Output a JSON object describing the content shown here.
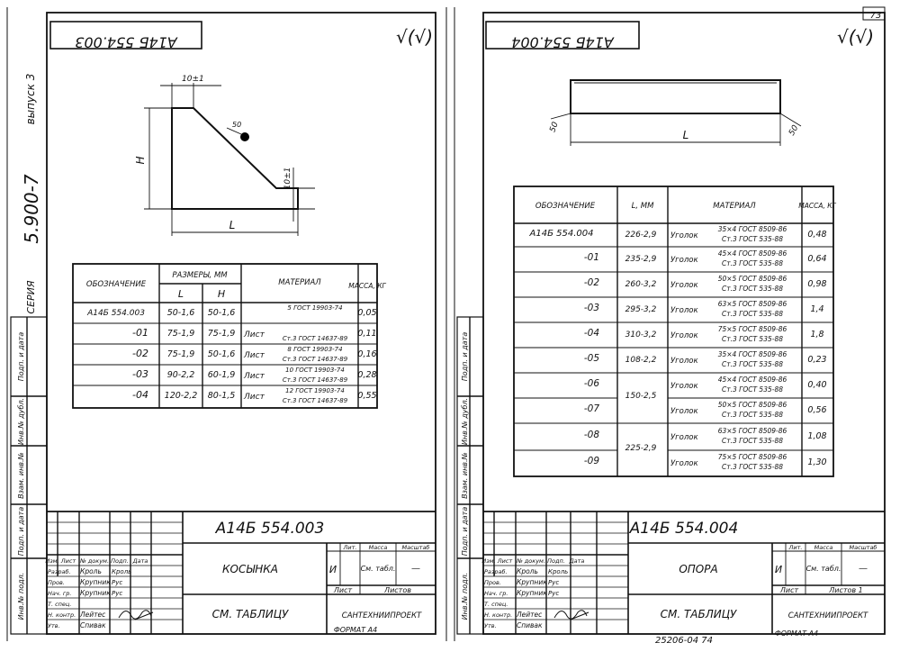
{
  "sheet_number": "73",
  "left_sheet": {
    "doc_code_flipped": "А14Б 554.003",
    "roughness_mark": "√(√)",
    "side_labels": {
      "issue": "выпуск 3",
      "series": "5.900-7",
      "series_word": "СЕРИЯ"
    },
    "stamp_side_labels": [
      "Подп. и дата",
      "Инв.№ дубл.",
      "Взам. инв.№",
      "Подп. и дата",
      "Инв.№ подл."
    ],
    "drawing": {
      "dim_top": "10±1",
      "dim_h": "H",
      "dim_l": "L",
      "dim_right": "10±1",
      "circle_label": "50"
    },
    "table": {
      "header": {
        "designation": "ОБОЗНАЧЕНИЕ",
        "dims": "РАЗМЕРЫ, ММ",
        "dim_l": "L",
        "dim_h": "H",
        "material": "МАТЕРИАЛ",
        "mass": "МАССА, КГ"
      },
      "rows": [
        {
          "designation": "А14Б 554.003",
          "l": "50-1,6",
          "h": "50-1,6",
          "mat_prefix": "",
          "mat_top": "5 ГОСТ 19903-74",
          "mat_bottom": "",
          "mass": "0,05"
        },
        {
          "designation": "-01",
          "l": "75-1,9",
          "h": "75-1,9",
          "mat_prefix": "Лист",
          "mat_top": "",
          "mat_bottom": "Ст.3 ГОСТ 14637-89",
          "mass": "0,11"
        },
        {
          "designation": "-02",
          "l": "75-1,9",
          "h": "50-1,6",
          "mat_prefix": "Лист",
          "mat_top": "8 ГОСТ 19903-74",
          "mat_bottom": "Ст.3 ГОСТ 14637-89",
          "mass": "0,16"
        },
        {
          "designation": "-03",
          "l": "90-2,2",
          "h": "60-1,9",
          "mat_prefix": "Лист",
          "mat_top": "10 ГОСТ 19903-74",
          "mat_bottom": "Ст.3 ГОСТ 14637-89",
          "mass": "0,28"
        },
        {
          "designation": "-04",
          "l": "120-2,2",
          "h": "80-1,5",
          "mat_prefix": "Лист",
          "mat_top": "12 ГОСТ 19903-74",
          "mat_bottom": "Ст.3 ГОСТ 14637-89",
          "mass": "0,55"
        }
      ]
    },
    "title_block": {
      "doc_code": "А14Б 554.003",
      "name": "КОСЫНКА",
      "see_tables": "СМ. ТАБЛИЦУ",
      "org": "САНТЕХНИИПРОЕКТ",
      "format": "ФОРМАТ А4",
      "lit_header": "Лит.",
      "mass_header": "Масса",
      "scale_header": "Масштаб",
      "lit_value": "И",
      "mass_value": "См. табл.",
      "scale_value": "—",
      "sheet": "Лист",
      "sheets": "Листов",
      "col_headers": [
        "Изм.",
        "Лист",
        "№ докум.",
        "Подп.",
        "Дата"
      ],
      "roles": [
        {
          "role": "Разраб.",
          "name": "Кроль",
          "sign": "Кроль"
        },
        {
          "role": "Пров.",
          "name": "Крупник",
          "sign": "Рус"
        },
        {
          "role": "Нач. гр.",
          "name": "Крупник",
          "sign": "Рус"
        },
        {
          "role": "Т. спец.",
          "name": "",
          "sign": ""
        },
        {
          "role": "Н. контр.",
          "name": "Лейтес",
          "sign": ""
        },
        {
          "role": "Утв.",
          "name": "Спивак",
          "sign": ""
        }
      ]
    }
  },
  "right_sheet": {
    "doc_code_flipped": "А14Б 554.004",
    "roughness_mark": "√(√)",
    "stamp_side_labels": [
      "Подп. и дата",
      "Инв.№ дубл.",
      "Взам. инв.№",
      "Подп. и дата",
      "Инв.№ подл."
    ],
    "drawing": {
      "dim_left": "50",
      "dim_l": "L",
      "dim_right": "50"
    },
    "table": {
      "header": {
        "designation": "ОБОЗНАЧЕНИЕ",
        "length": "L, ММ",
        "material": "МАТЕРИАЛ",
        "mass": "МАССА, КГ"
      },
      "rows": [
        {
          "designation": "А14Б 554.004",
          "l": "226-2,9",
          "mat_prefix": "Уголок",
          "mat_top": "35×4 ГОСТ 8509-86",
          "mat_bottom": "Ст.3 ГОСТ 535-88",
          "mass": "0,48"
        },
        {
          "designation": "-01",
          "l": "235-2,9",
          "mat_prefix": "Уголок",
          "mat_top": "45×4 ГОСТ 8509-86",
          "mat_bottom": "Ст.3 ГОСТ 535-88",
          "mass": "0,64"
        },
        {
          "designation": "-02",
          "l": "260-3,2",
          "mat_prefix": "Уголок",
          "mat_top": "50×5 ГОСТ 8509-86",
          "mat_bottom": "Ст.3 ГОСТ 535-88",
          "mass": "0,98"
        },
        {
          "designation": "-03",
          "l": "295-3,2",
          "mat_prefix": "Уголок",
          "mat_top": "63×5 ГОСТ 8509-86",
          "mat_bottom": "Ст.3 ГОСТ 535-88",
          "mass": "1,4"
        },
        {
          "designation": "-04",
          "l": "310-3,2",
          "mat_prefix": "Уголок",
          "mat_top": "75×5 ГОСТ 8509-86",
          "mat_bottom": "Ст.3 ГОСТ 535-88",
          "mass": "1,8"
        },
        {
          "designation": "-05",
          "l": "108-2,2",
          "mat_prefix": "Уголок",
          "mat_top": "35×4 ГОСТ 8509-86",
          "mat_bottom": "Ст.3 ГОСТ 535-88",
          "mass": "0,23"
        },
        {
          "designation": "-06",
          "l": "",
          "mat_prefix": "Уголок",
          "mat_top": "45×4 ГОСТ 8509-86",
          "mat_bottom": "Ст.3 ГОСТ 535-88",
          "mass": "0,40"
        },
        {
          "designation": "-07",
          "l": "",
          "mat_prefix": "Уголок",
          "mat_top": "50×5 ГОСТ 8509-86",
          "mat_bottom": "Ст.3 ГОСТ 535-88",
          "mass": "0,56"
        },
        {
          "designation": "-08",
          "l": "",
          "mat_prefix": "Уголок",
          "mat_top": "63×5 ГОСТ 8509-86",
          "mat_bottom": "Ст.3 ГОСТ 535-88",
          "mass": "1,08"
        },
        {
          "designation": "-09",
          "l": "",
          "mat_prefix": "Уголок",
          "mat_top": "75×5 ГОСТ 8509-86",
          "mat_bottom": "Ст.3 ГОСТ 535-88",
          "mass": "1,30"
        }
      ],
      "merged_l_1": "150-2,5",
      "merged_l_2": "225-2,9"
    },
    "title_block": {
      "doc_code": "А14Б 554.004",
      "name": "ОПОРА",
      "see_tables": "СМ. ТАБЛИЦУ",
      "org": "САНТЕХНИИПРОЕКТ",
      "format": "ФОРМАТ А4",
      "lit_header": "Лит.",
      "mass_header": "Масса",
      "scale_header": "Масштаб",
      "lit_value": "И",
      "mass_value": "См. табл.",
      "scale_value": "—",
      "sheet": "Лист",
      "sheets": "Листов 1",
      "col_headers": [
        "Изм.",
        "Лист",
        "№ докум.",
        "Подп.",
        "Дата"
      ],
      "roles": [
        {
          "role": "Разраб.",
          "name": "Кроль",
          "sign": "Кроль"
        },
        {
          "role": "Пров.",
          "name": "Крупник",
          "sign": "Рус"
        },
        {
          "role": "Нач. гр.",
          "name": "Крупник",
          "sign": "Рус"
        },
        {
          "role": "Т. спец.",
          "name": "",
          "sign": ""
        },
        {
          "role": "Н. контр.",
          "name": "Лейтес",
          "sign": ""
        },
        {
          "role": "Утв.",
          "name": "Спивак",
          "sign": ""
        }
      ]
    },
    "bottom_number": "25206-04   74"
  }
}
